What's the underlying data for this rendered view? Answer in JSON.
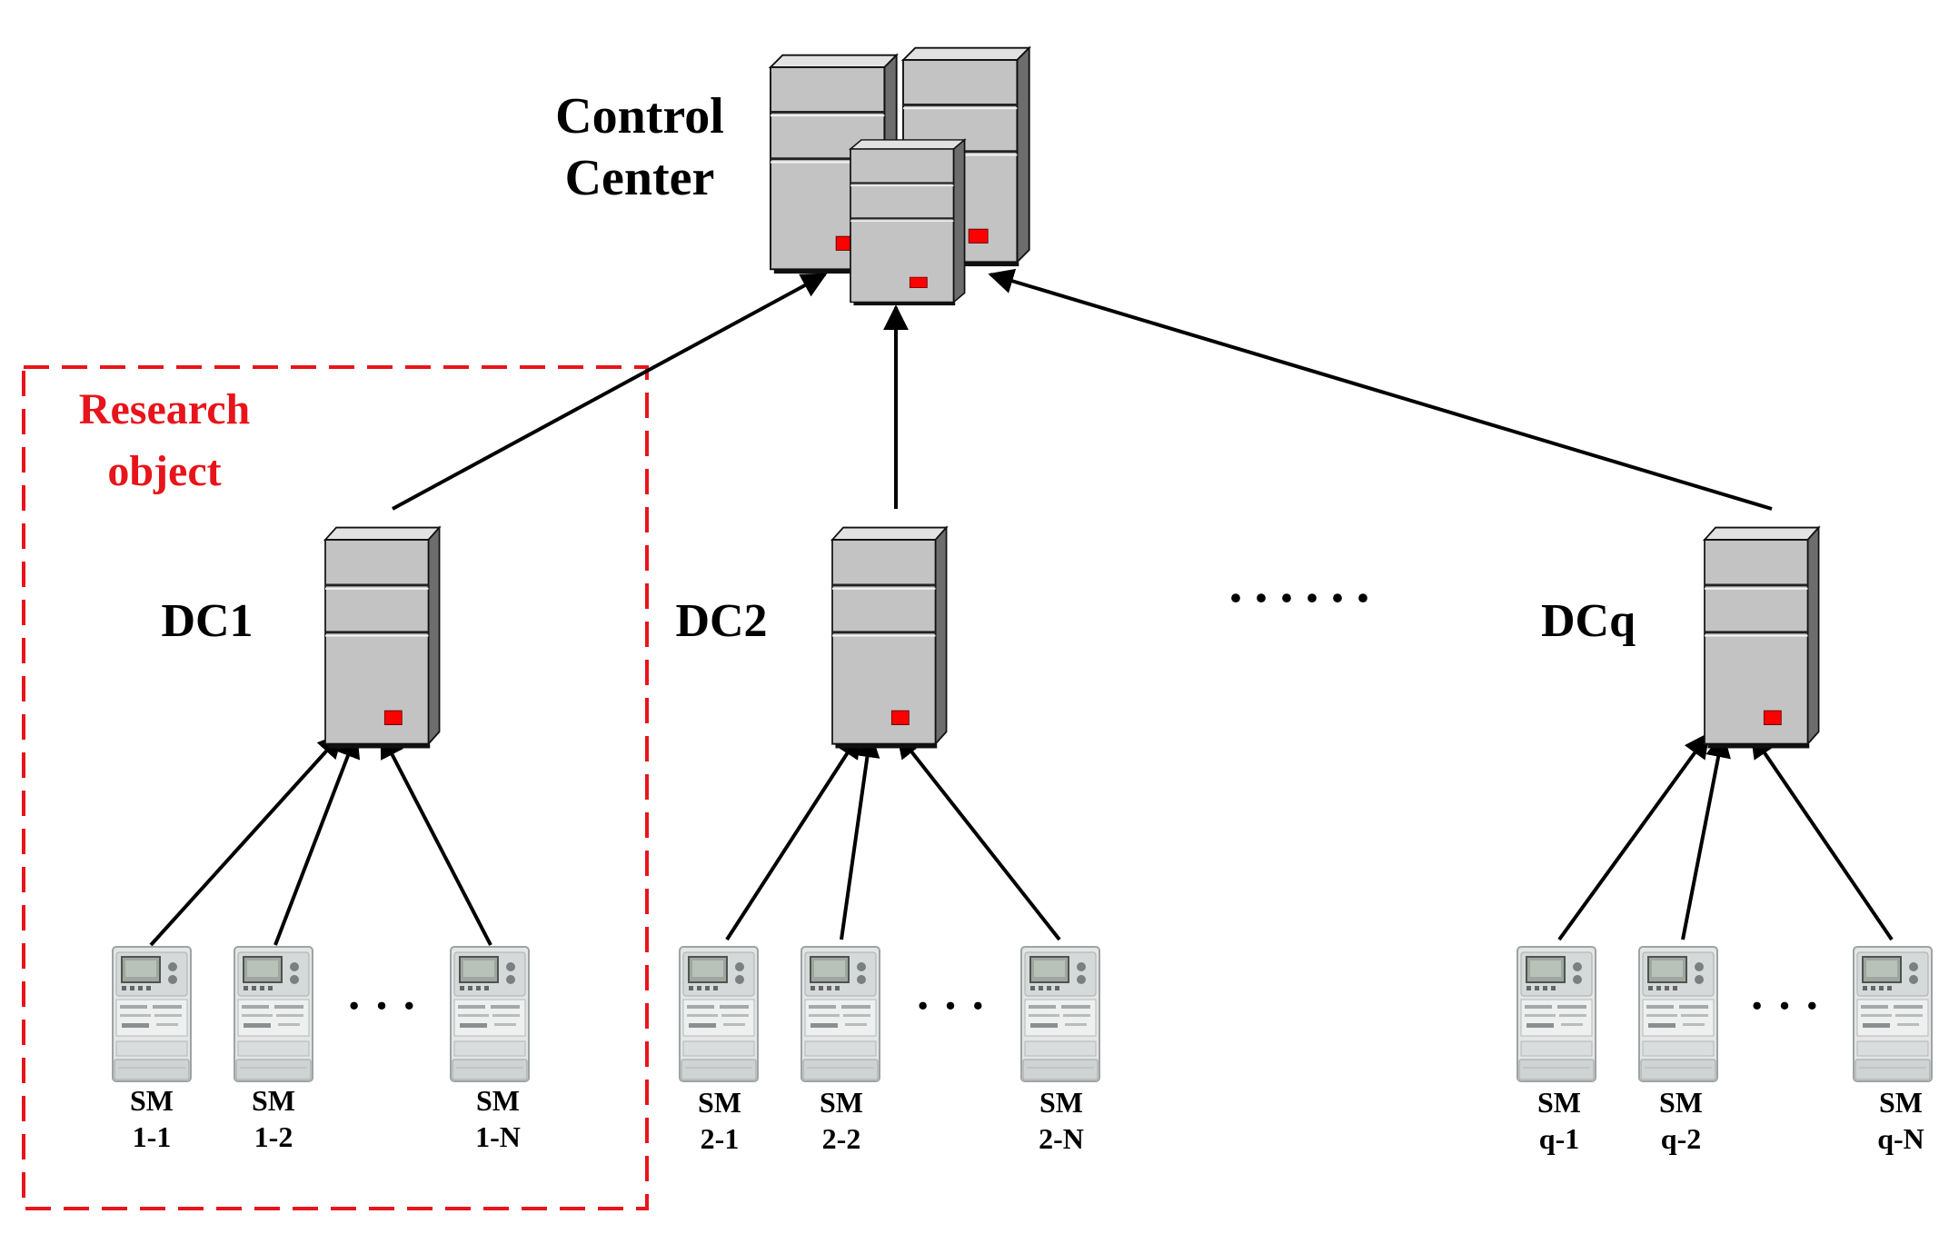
{
  "control_center": {
    "label_line1": "Control",
    "label_line2": "Center"
  },
  "research_box": {
    "label_line1": "Research",
    "label_line2": "object",
    "color": "#e8141b"
  },
  "collectors": [
    {
      "label": "DC1"
    },
    {
      "label": "DC2"
    },
    {
      "label": "DCq"
    }
  ],
  "collector_ellipsis": "······",
  "meter_ellipsis": "· · ·",
  "meters": [
    {
      "line1": "SM",
      "line2": "1-1"
    },
    {
      "line1": "SM",
      "line2": "1-2"
    },
    {
      "line1": "SM",
      "line2": "1-N"
    },
    {
      "line1": "SM",
      "line2": "2-1"
    },
    {
      "line1": "SM",
      "line2": "2-2"
    },
    {
      "line1": "SM",
      "line2": "2-N"
    },
    {
      "line1": "SM",
      "line2": "q-1"
    },
    {
      "line1": "SM",
      "line2": "q-2"
    },
    {
      "line1": "SM",
      "line2": "q-N"
    }
  ],
  "colors": {
    "server_front": "#c3c3c3",
    "server_side": "#6d6d6d",
    "server_top": "#e2e2e2",
    "led": "#ff0000"
  }
}
